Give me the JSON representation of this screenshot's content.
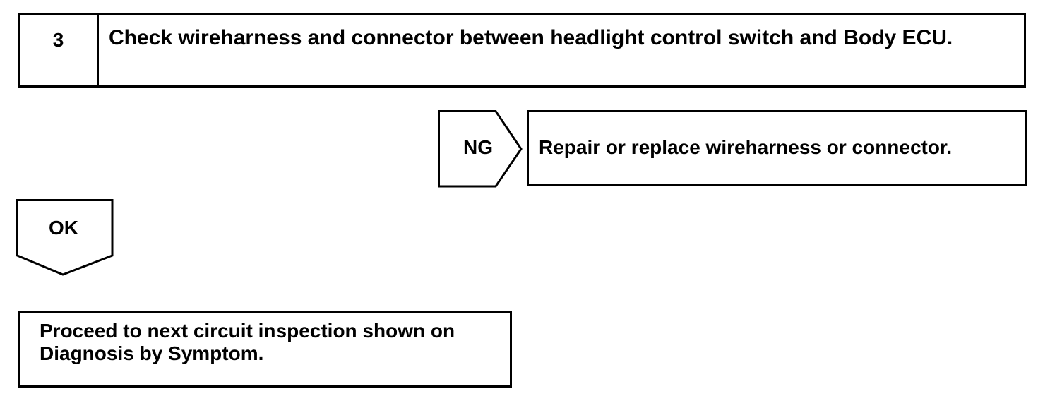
{
  "step": {
    "number": "3",
    "title": "Check wireharness and connector between headlight control switch and Body ECU."
  },
  "ng_branch": {
    "label": "NG",
    "action": "Repair or replace wireharness or connector."
  },
  "ok_branch": {
    "label": "OK",
    "action": "Proceed to next circuit inspection shown on Diagnosis by Symptom."
  }
}
